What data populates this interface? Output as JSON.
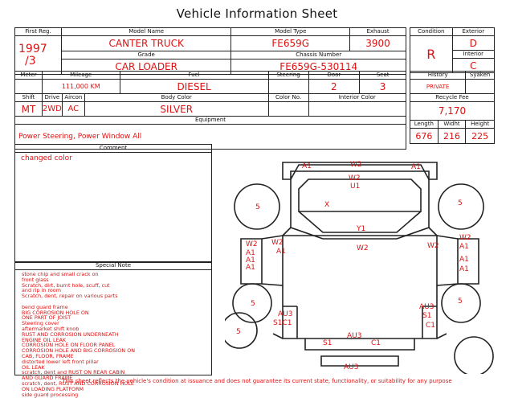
{
  "title": "Vehicle Information Sheet",
  "labels": {
    "first_reg": "First Reg.",
    "model_name": "Model Name",
    "model_type": "Model Type",
    "exhaust": "Exhaust",
    "grade": "Grade",
    "chassis_number": "Chassis Number",
    "condition": "Condition",
    "exterior": "Exterior",
    "interior": "Interior",
    "meter": "Meter",
    "mileage": "Mileage",
    "fuel": "Fuel",
    "steering": "Steering",
    "door": "Door",
    "seat": "Seat",
    "history": "History",
    "syaken": "Syaken",
    "shift": "Shift",
    "drive": "Drive",
    "aircon": "Aircon",
    "body_color": "Body Color",
    "color_no": "Color No.",
    "interior_color": "Interior Color",
    "recycle_fee": "Recycle Fee",
    "equipment": "Equipment",
    "length": "Length",
    "width": "Widht",
    "height": "Height",
    "comment": "Comment",
    "special_note": "Special Note"
  },
  "values": {
    "first_reg_year": "1997",
    "first_reg_month": "/3",
    "model_name": "CANTER TRUCK",
    "model_type": "FE659G",
    "exhaust": "3900",
    "grade": "CAR LOADER",
    "chassis_number": "FE659G-530114",
    "condition": "R",
    "exterior": "D",
    "interior": "C",
    "meter": "",
    "mileage": "111,000 KM",
    "fuel": "DIESEL",
    "steering": "",
    "door": "2",
    "seat": "3",
    "history": "PRIVATE",
    "syaken": "",
    "shift": "MT",
    "drive": "2WD",
    "aircon": "AC",
    "body_color": "SILVER",
    "color_no": "",
    "interior_color": "",
    "recycle_fee": "7,170",
    "equipment": "Power Steering, Power Window  All",
    "length": "676",
    "width": "216",
    "height": "225"
  },
  "comment": "changed color",
  "special_notes": [
    "stone chip and small crack on",
    "front glass",
    "Scratch, dirt, burnt hole, scuff, cut",
    "and rip in room",
    "Scratch, dent, repair on various parts",
    "",
    "bend guard frame",
    "BIG CORROSION HOLE ON",
    "ONE PART OF JOIST",
    "Steering cover",
    "aftermarket shift knob",
    "RUST AND CORROSION UNDERNEATH",
    "ENGINE OIL LEAK",
    "CORROSION HOLE ON FLOOR PANEL",
    "CORROSION HOLE AND BIG CORROSION ON",
    "CAB, FLOOR, FRAME",
    "distorted lower left front pillar",
    "OIL LEAK",
    "scratch, dent and RUST ON REAR CABIN",
    "AND GUARD FRAME",
    "scratch, dent, RUST AND CORROSION HOLE",
    "ON LOADING PLATFORM",
    "side guard processing"
  ],
  "diagram_marks": {
    "top_left": "A1",
    "top_center": "W2",
    "top_right": "A1",
    "windshield": "W2",
    "windshield_sub": "U1",
    "cab_x": "X",
    "roof": "Y1",
    "wheel_fl": "5",
    "wheel_fr": "5",
    "left_door_w2": "W2",
    "left_door_a1a": "A1",
    "left_door_a1b": "A1",
    "left_door_a1c": "A1",
    "left_pillar_w2": "W2",
    "left_pillar_a1": "A1",
    "rear_window": "W2",
    "right_pillar_w2": "W2",
    "right_door_w2": "W2",
    "right_door_a1a": "A1",
    "right_door_a1b": "A1",
    "right_door_a1c": "A1",
    "wheel_rl": "5",
    "wheel_rr": "5",
    "wheel_rl2": "5",
    "left_bed_au3": "AU3",
    "left_bed_s1c1": "S1C1",
    "right_bed_au3": "AU3",
    "right_bed_s1": "S1",
    "right_bed_c1": "C1",
    "rear_au3": "AU3",
    "rear_s1": "S1",
    "rear_c1": "C1",
    "bottom_au3": "AU3"
  },
  "footer": "This sheet reflects the vehicle's condition at issuance and does not guarantee its current state, functionality, or suitability for any purpose"
}
